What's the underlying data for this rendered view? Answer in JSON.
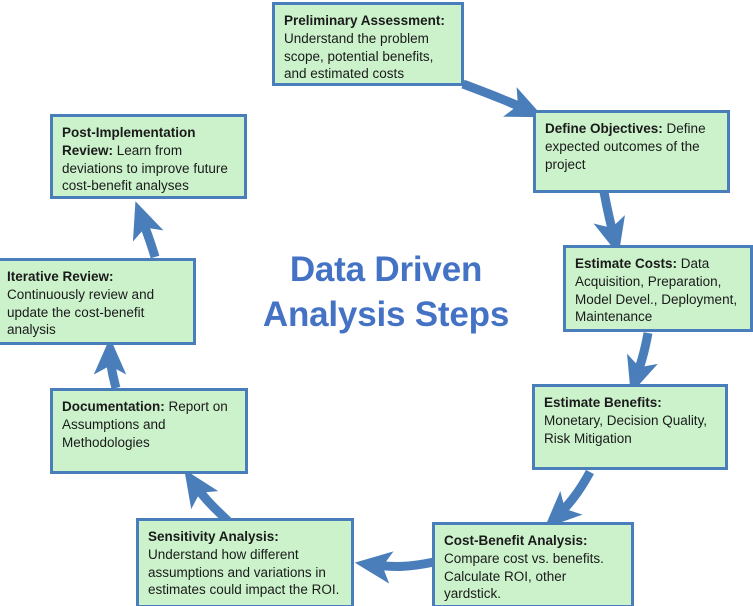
{
  "diagram": {
    "title_line_1": "Data Driven",
    "title_line_2": "Analysis Steps",
    "accent_color": "#4472c4",
    "box_fill_color": "#ccf2cc",
    "box_border_color": "#4a7ebb",
    "arrow_color": "#4a7ebb",
    "title_color": "#4472c4"
  },
  "steps": [
    {
      "id": "preliminary-assessment",
      "lead": "Preliminary Assessment:",
      "body": " Understand the problem scope, potential benefits, and estimated costs"
    },
    {
      "id": "define-objectives",
      "lead": "Define Objectives:",
      "body": "  Define expected outcomes of the project"
    },
    {
      "id": "estimate-costs",
      "lead": "Estimate Costs:",
      "body": "  Data Acquisition, Preparation, Model Devel., Deployment, Maintenance"
    },
    {
      "id": "estimate-benefits",
      "lead": "Estimate Benefits:",
      "body": " Monetary, Decision Quality, Risk Mitigation"
    },
    {
      "id": "cost-benefit-analysis",
      "lead": "Cost-Benefit Analysis:",
      "body": " Compare cost vs. benefits. Calculate ROI, other yardstick."
    },
    {
      "id": "sensitivity-analysis",
      "lead": "Sensitivity Analysis:",
      "body": " Understand how different assumptions and variations in estimates could impact the ROI."
    },
    {
      "id": "documentation",
      "lead": "Documentation:",
      "body": "  Report on Assumptions and Methodologies"
    },
    {
      "id": "iterative-review",
      "lead": "Iterative Review:",
      "body": " Continuously review and update the cost-benefit analysis"
    },
    {
      "id": "post-implementation-review",
      "lead": "Post-Implementation Review:",
      "body": "  Learn from deviations to improve future cost-benefit analyses"
    }
  ],
  "arrows": [
    {
      "id": "arrow-preliminary-to-objectives",
      "from": "preliminary-assessment",
      "to": "define-objectives"
    },
    {
      "id": "arrow-objectives-to-costs",
      "from": "define-objectives",
      "to": "estimate-costs"
    },
    {
      "id": "arrow-costs-to-benefits",
      "from": "estimate-costs",
      "to": "estimate-benefits"
    },
    {
      "id": "arrow-benefits-to-cba",
      "from": "estimate-benefits",
      "to": "cost-benefit-analysis"
    },
    {
      "id": "arrow-cba-to-sensitivity",
      "from": "cost-benefit-analysis",
      "to": "sensitivity-analysis"
    },
    {
      "id": "arrow-sensitivity-to-documentation",
      "from": "sensitivity-analysis",
      "to": "documentation"
    },
    {
      "id": "arrow-documentation-to-iterative",
      "from": "documentation",
      "to": "iterative-review"
    },
    {
      "id": "arrow-iterative-to-post-implementation",
      "from": "iterative-review",
      "to": "post-implementation-review"
    }
  ]
}
